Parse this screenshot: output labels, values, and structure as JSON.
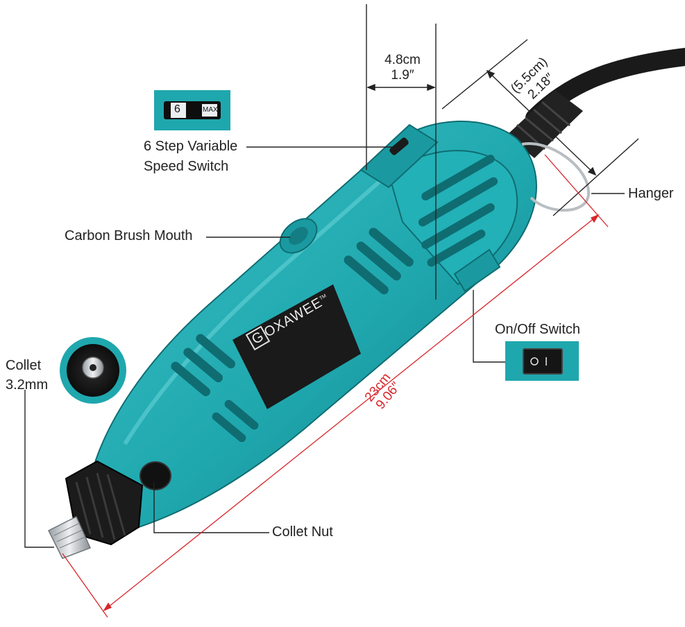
{
  "labels": {
    "speed_switch_line1": "6 Step Variable",
    "speed_switch_line2": "Speed Switch",
    "carbon_brush": "Carbon Brush Mouth",
    "hanger": "Hanger",
    "on_off_switch": "On/Off Switch",
    "collet_line1": "Collet",
    "collet_line2": "3.2mm",
    "collet_nut": "Collet Nut"
  },
  "dimensions": {
    "width_cm": "4.8cm",
    "width_in": "1.9″",
    "diameter_cm": "(5.5cm)",
    "diameter_in": "2.18″",
    "length_cm": "23cm",
    "length_in": "9.06″"
  },
  "brand": {
    "logo_initial": "G",
    "logo_text": "OXAWEE",
    "trademark": "TM"
  },
  "speed_dial": {
    "value": "6",
    "max": "MAX"
  },
  "colors": {
    "body": "#1fa7ae",
    "body_dark": "#137d83",
    "body_light": "#3cc3c8",
    "dimension_red": "#d8262b",
    "rubber": "#1b1b1b",
    "chrome": "#cfd3d6"
  }
}
